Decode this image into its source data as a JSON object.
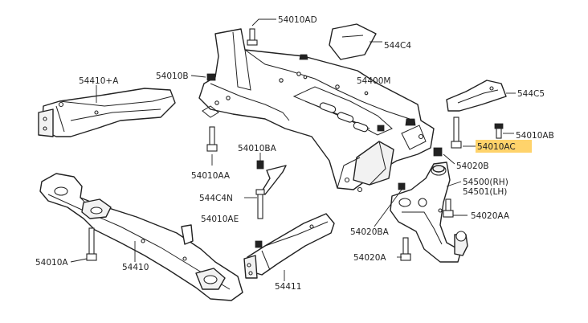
{
  "highlight_color": "#ffd36b",
  "labels": {
    "p54010AD": "54010AD",
    "p544C4": "544C4",
    "p54410A": "54410+A",
    "p54010B": "54010B",
    "p54400M": "54400M",
    "p544C5": "544C5",
    "p54010AB": "54010AB",
    "p54010AC": "54010AC",
    "p54020B": "54020B",
    "p54010BA": "54010BA",
    "p54010AA": "54010AA",
    "p544C4N": "544C4N",
    "p54500": "54500(RH)",
    "p54501": "54501(LH)",
    "p54010AE": "54010AE",
    "p54020AA": "54020AA",
    "p54020BA": "54020BA",
    "p54010A": "54010A",
    "p54410": "54410",
    "p54411": "54411",
    "p54020A": "54020A"
  }
}
